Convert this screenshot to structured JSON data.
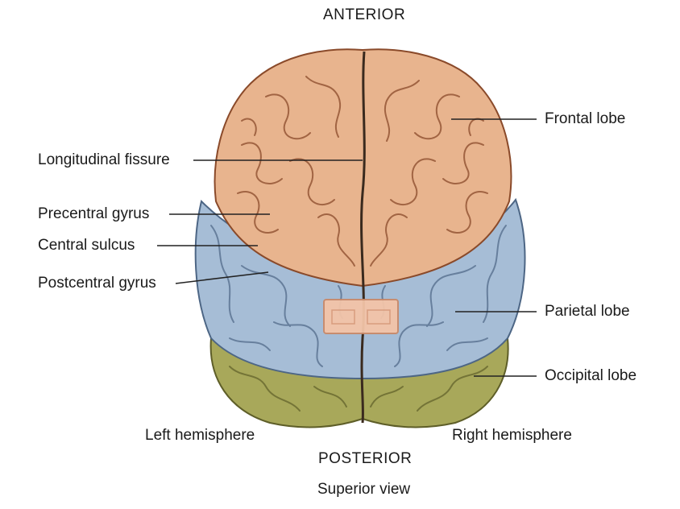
{
  "orientation": {
    "top": "ANTERIOR",
    "bottom": "POSTERIOR"
  },
  "view": "Superior view",
  "hemispheres": {
    "left": "Left hemisphere",
    "right": "Right hemisphere"
  },
  "labels": {
    "frontal_lobe": "Frontal lobe",
    "parietal_lobe": "Parietal lobe",
    "occipital_lobe": "Occipital lobe",
    "longitudinal_fissure": "Longitudinal fissure",
    "precentral_gyrus": "Precentral gyrus",
    "central_sulcus": "Central sulcus",
    "postcentral_gyrus": "Postcentral gyrus"
  },
  "colors": {
    "frontal": "#e8b48e",
    "frontal_dark": "#8a4a2a",
    "parietal": "#a6bdd6",
    "parietal_dark": "#4d6685",
    "occipital": "#a8a85a",
    "occipital_dark": "#5e5e28",
    "highlight": "#f3c4a8",
    "leader": "#222222"
  }
}
